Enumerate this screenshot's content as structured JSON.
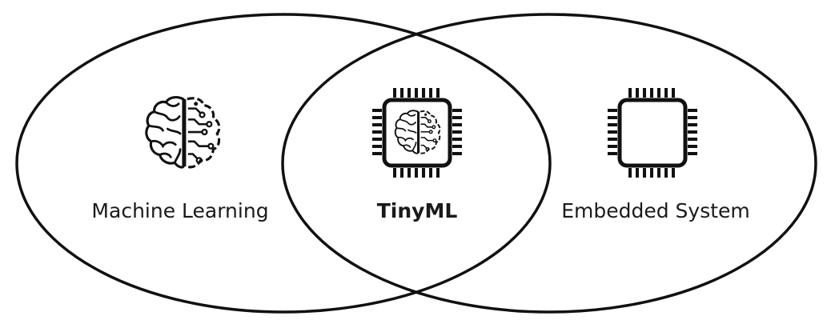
{
  "diagram": {
    "left_set": {
      "label": "Machine Learning",
      "icon": "brain-circuit-icon"
    },
    "intersection": {
      "label": "TinyML",
      "icon": "chip-with-brain-icon"
    },
    "right_set": {
      "label": "Embedded System",
      "icon": "microchip-icon"
    }
  },
  "colors": {
    "stroke": "#111111",
    "text": "#1a1a1a",
    "background": "#ffffff"
  }
}
